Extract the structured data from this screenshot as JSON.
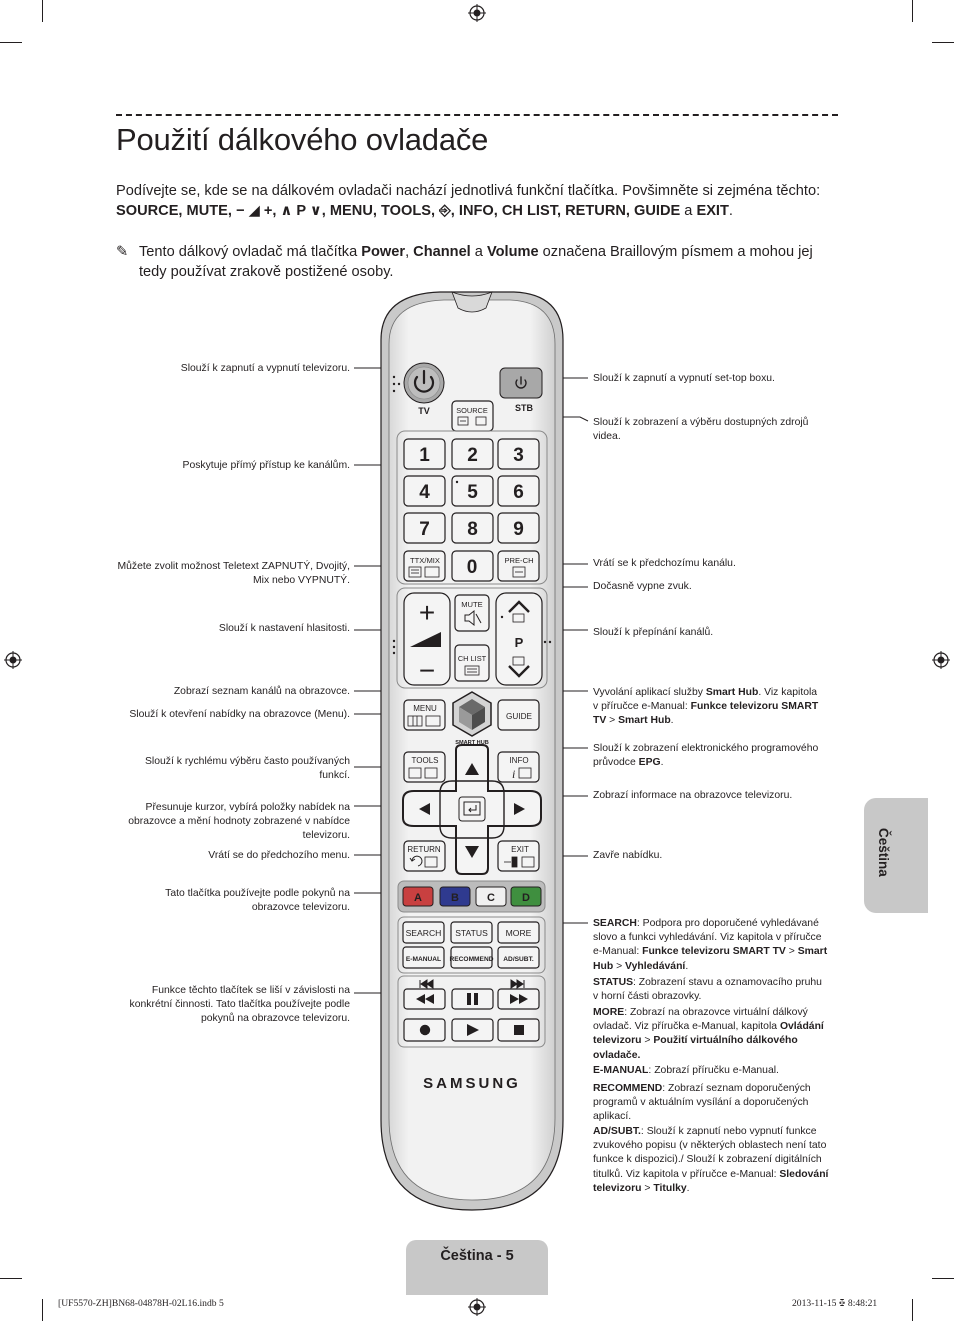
{
  "page": {
    "title": "Použití dálkového ovladače",
    "intro": [
      {
        "t": "Podívejte se, kde se na dálkovém ovladači nachází jednotlivá funkční tlačítka. Povšimněte si zejména těchto: ",
        "b": false
      },
      {
        "t": "SOURCE, MUTE, − ",
        "b": true
      },
      {
        "t": "◢",
        "b": true,
        "icon": "volume-ramp-icon"
      },
      {
        "t": " +, ",
        "b": true
      },
      {
        "t": "∧ P ∨",
        "b": true,
        "icon": "channel-updown-icon"
      },
      {
        "t": ", MENU, TOOLS, ",
        "b": true
      },
      {
        "t": "⎆",
        "b": true,
        "icon": "enter-icon"
      },
      {
        "t": ", INFO, CH LIST, RETURN, GUIDE",
        "b": true
      },
      {
        "t": " a ",
        "b": false
      },
      {
        "t": "EXIT",
        "b": true
      },
      {
        "t": ".",
        "b": false
      }
    ],
    "note": [
      {
        "t": "Tento dálkový ovladač má tlačítka ",
        "b": false
      },
      {
        "t": "Power",
        "b": true
      },
      {
        "t": ", ",
        "b": false
      },
      {
        "t": "Channel",
        "b": true
      },
      {
        "t": " a ",
        "b": false
      },
      {
        "t": "Volume",
        "b": true
      },
      {
        "t": " označena Braillovým písmem a mohou jej tedy používat zrakově postižené osoby.",
        "b": false
      }
    ],
    "side_tab": "Čeština",
    "page_tab": "Čeština - 5",
    "footer_left": "[UF5570-ZH]BN68-04878H-02L16.indb   5",
    "footer_right": "2013-11-15   ꔀ 8:48:21"
  },
  "remote": {
    "brand": "SAMSUNG",
    "smart_hub_label": "SMART HUB",
    "tv_label": "TV",
    "stb_label": "STB",
    "source_label": "SOURCE",
    "digits": [
      "1",
      "2",
      "3",
      "4",
      "5",
      "6",
      "7",
      "8",
      "9"
    ],
    "zero": "0",
    "ttx_label": "TTX/MIX",
    "prech_label": "PRE-CH",
    "mute_label": "MUTE",
    "chlist_label": "CH LIST",
    "vol_plus": "+",
    "vol_minus": "−",
    "channel_label": "P",
    "menu_label": "MENU",
    "guide_label": "GUIDE",
    "tools_label": "TOOLS",
    "info_label": "INFO",
    "return_label": "RETURN",
    "exit_label": "EXIT",
    "color_buttons": [
      "A",
      "B",
      "C",
      "D"
    ],
    "color_button_colors": [
      "#c84040",
      "#2f3a8f",
      "#f0f0f0",
      "#3f8f3f"
    ],
    "func_row1": [
      "SEARCH",
      "STATUS",
      "MORE"
    ],
    "func_row2": [
      "E-MANUAL",
      "RECOMMEND",
      "AD/SUBT."
    ]
  },
  "captions_left": [
    {
      "lines": [
        "Slouží k zapnutí a vypnutí televizoru."
      ]
    },
    {
      "lines": [
        "Poskytuje přímý přístup ke kanálům."
      ]
    },
    {
      "lines": [
        "Můžete zvolit možnost Teletext ZAPNUTÝ, Dvojitý,",
        "Mix nebo VYPNUTÝ."
      ]
    },
    {
      "lines": [
        "Slouží k nastavení hlasitosti."
      ]
    },
    {
      "lines": [
        "Zobrazí seznam kanálů na obrazovce."
      ]
    },
    {
      "lines": [
        "Slouží k otevření nabídky na obrazovce (Menu)."
      ]
    },
    {
      "lines": [
        "Slouží k rychlému výběru často používaných",
        "funkcí."
      ]
    },
    {
      "lines": [
        "Přesunuje kurzor, vybírá položky nabídek na",
        "obrazovce a mění hodnoty zobrazené v nabídce",
        "televizoru."
      ]
    },
    {
      "lines": [
        "Vrátí se do předchozího menu."
      ]
    },
    {
      "lines": [
        "Tato tlačítka používejte podle pokynů na",
        "obrazovce televizoru."
      ]
    },
    {
      "lines": [
        "Funkce těchto tlačítek se liší v závislosti na",
        "konkrétní činnosti. Tato tlačítka používejte podle",
        "pokynů na obrazovce televizoru."
      ]
    }
  ],
  "captions_right": [
    {
      "lines": [
        [
          {
            "t": "Slouží k zapnutí a vypnutí set-top boxu."
          }
        ]
      ]
    },
    {
      "lines": [
        [
          {
            "t": "Slouží k zobrazení a výběru dostupných zdrojů"
          }
        ],
        [
          {
            "t": "videa."
          }
        ]
      ]
    },
    {
      "lines": [
        [
          {
            "t": "Vrátí se k předchozímu kanálu."
          }
        ]
      ]
    },
    {
      "lines": [
        [
          {
            "t": "Dočasně vypne zvuk."
          }
        ]
      ]
    },
    {
      "lines": [
        [
          {
            "t": "Slouží k přepínání kanálů."
          }
        ]
      ]
    },
    {
      "lines": [
        [
          {
            "t": "Vyvolání aplikací služby "
          },
          {
            "t": "Smart Hub",
            "b": true
          },
          {
            "t": ". Viz kapitola"
          }
        ],
        [
          {
            "t": "v příručce e-Manual: "
          },
          {
            "t": "Funkce televizoru SMART",
            "b": true
          }
        ],
        [
          {
            "t": "TV",
            "b": true
          },
          {
            "t": " > "
          },
          {
            "t": "Smart Hub",
            "b": true
          },
          {
            "t": "."
          }
        ]
      ]
    },
    {
      "lines": [
        [
          {
            "t": "Slouží k zobrazení elektronického programového"
          }
        ],
        [
          {
            "t": "průvodce "
          },
          {
            "t": "EPG",
            "b": true
          },
          {
            "t": "."
          }
        ]
      ]
    },
    {
      "lines": [
        [
          {
            "t": "Zobrazí informace na obrazovce televizoru."
          }
        ]
      ]
    },
    {
      "lines": [
        [
          {
            "t": "Zavře nabídku."
          }
        ]
      ]
    },
    {
      "lines": [
        [
          {
            "t": "SEARCH",
            "b": true
          },
          {
            "t": ": Podpora pro doporučené vyhledávané"
          }
        ],
        [
          {
            "t": "slovo a funkci vyhledávání. Viz kapitola v příručce"
          }
        ],
        [
          {
            "t": "e-Manual: "
          },
          {
            "t": "Funkce televizoru SMART TV",
            "b": true
          },
          {
            "t": " > "
          },
          {
            "t": "Smart",
            "b": true
          }
        ],
        [
          {
            "t": "Hub",
            "b": true
          },
          {
            "t": " > "
          },
          {
            "t": "Vyhledávání",
            "b": true
          },
          {
            "t": "."
          }
        ]
      ]
    },
    {
      "lines": [
        [
          {
            "t": "STATUS",
            "b": true
          },
          {
            "t": ": Zobrazení stavu a oznamovacího pruhu"
          }
        ],
        [
          {
            "t": "v horní části obrazovky."
          }
        ]
      ]
    },
    {
      "lines": [
        [
          {
            "t": "MORE",
            "b": true
          },
          {
            "t": ": Zobrazí na obrazovce virtuální dálkový"
          }
        ],
        [
          {
            "t": "ovladač. Viz příručka e-Manual, kapitola "
          },
          {
            "t": "Ovládání",
            "b": true
          }
        ],
        [
          {
            "t": "televizoru",
            "b": true
          },
          {
            "t": " > "
          },
          {
            "t": "Použití virtuálního dálkového",
            "b": true
          }
        ],
        [
          {
            "t": "ovladače.",
            "b": true
          }
        ]
      ]
    },
    {
      "lines": [
        [
          {
            "t": "E-MANUAL",
            "b": true
          },
          {
            "t": ": Zobrazí příručku e-Manual."
          }
        ]
      ]
    },
    {
      "lines": [
        [
          {
            "t": "RECOMMEND",
            "b": true
          },
          {
            "t": ": Zobrazí seznam doporučených"
          }
        ],
        [
          {
            "t": "programů v aktuálním vysílání a doporučených"
          }
        ],
        [
          {
            "t": "aplikací."
          }
        ]
      ]
    },
    {
      "lines": [
        [
          {
            "t": "AD/SUBT.",
            "b": true
          },
          {
            "t": ": Slouží k zapnutí nebo vypnutí funkce"
          }
        ],
        [
          {
            "t": "zvukového popisu (v některých oblastech není tato"
          }
        ],
        [
          {
            "t": "funkce k dispozici)./ Slouží k zobrazení digitálních"
          }
        ],
        [
          {
            "t": "titulků. Viz kapitola v příručce e-Manual: "
          },
          {
            "t": "Sledování",
            "b": true
          }
        ],
        [
          {
            "t": "televizoru",
            "b": true
          },
          {
            "t": " > "
          },
          {
            "t": "Titulky",
            "b": true
          },
          {
            "t": "."
          }
        ]
      ]
    }
  ]
}
